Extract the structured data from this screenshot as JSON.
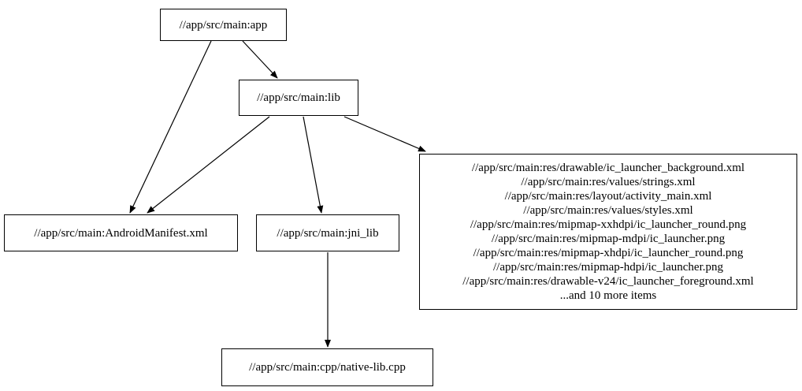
{
  "diagram": {
    "type": "dependency-graph",
    "description": "Bazel build dependency graph for an Android app target",
    "colors": {
      "background": "#ffffff",
      "node_fill": "#ffffff",
      "node_border": "#000000",
      "edge": "#000000",
      "text": "#000000"
    },
    "nodes": {
      "app": {
        "label": "//app/src/main:app"
      },
      "lib": {
        "label": "//app/src/main:lib"
      },
      "manifest": {
        "label": "//app/src/main:AndroidManifest.xml"
      },
      "jni_lib": {
        "label": "//app/src/main:jni_lib"
      },
      "native_cpp": {
        "label": "//app/src/main:cpp/native-lib.cpp"
      },
      "res_files": {
        "lines": [
          "//app/src/main:res/drawable/ic_launcher_background.xml",
          "//app/src/main:res/values/strings.xml",
          "//app/src/main:res/layout/activity_main.xml",
          "//app/src/main:res/values/styles.xml",
          "//app/src/main:res/mipmap-xxhdpi/ic_launcher_round.png",
          "//app/src/main:res/mipmap-mdpi/ic_launcher.png",
          "//app/src/main:res/mipmap-xhdpi/ic_launcher_round.png",
          "//app/src/main:res/mipmap-hdpi/ic_launcher.png",
          "//app/src/main:res/drawable-v24/ic_launcher_foreground.xml",
          "...and 10 more items"
        ]
      }
    },
    "edges": [
      {
        "from": "//app/src/main:app",
        "to": "//app/src/main:lib"
      },
      {
        "from": "//app/src/main:app",
        "to": "//app/src/main:AndroidManifest.xml"
      },
      {
        "from": "//app/src/main:lib",
        "to": "//app/src/main:AndroidManifest.xml"
      },
      {
        "from": "//app/src/main:lib",
        "to": "//app/src/main:jni_lib"
      },
      {
        "from": "//app/src/main:lib",
        "to": "res-files-group"
      },
      {
        "from": "//app/src/main:jni_lib",
        "to": "//app/src/main:cpp/native-lib.cpp"
      }
    ]
  }
}
